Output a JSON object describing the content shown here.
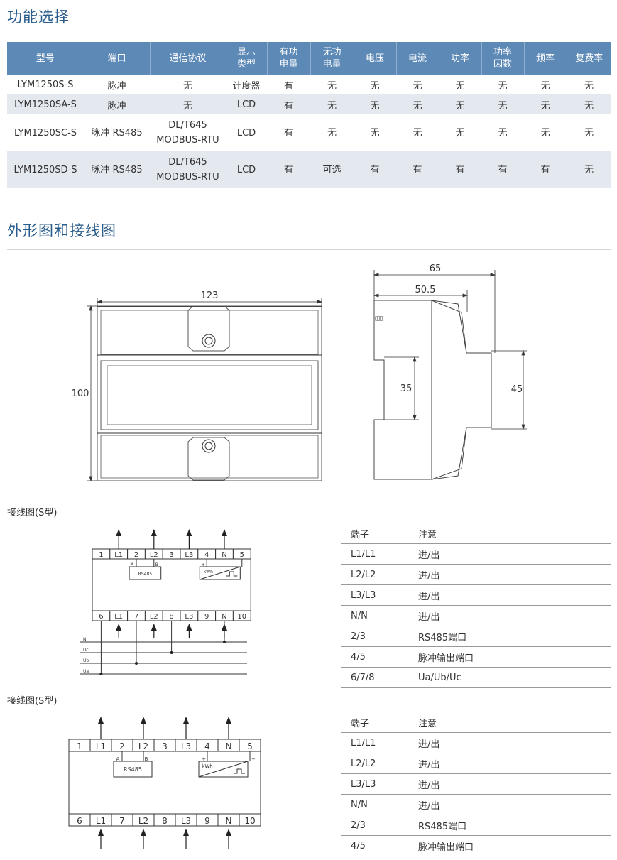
{
  "section1": {
    "title": "功能选择"
  },
  "func_table": {
    "headers": [
      [
        "型号"
      ],
      [
        "端口"
      ],
      [
        "通信协议"
      ],
      [
        "显示",
        "类型"
      ],
      [
        "有功",
        "电量"
      ],
      [
        "无功",
        "电量"
      ],
      [
        "电压"
      ],
      [
        "电流"
      ],
      [
        "功率"
      ],
      [
        "功率",
        "因数"
      ],
      [
        "频率"
      ],
      [
        "复费率"
      ]
    ],
    "rows": [
      {
        "cells": [
          [
            "LYM1250S-S"
          ],
          [
            "脉冲"
          ],
          [
            "无"
          ],
          [
            "计度器"
          ],
          [
            "有"
          ],
          [
            "无"
          ],
          [
            "无"
          ],
          [
            "无"
          ],
          [
            "无"
          ],
          [
            "无"
          ],
          [
            "无"
          ],
          [
            "无"
          ]
        ]
      },
      {
        "cells": [
          [
            "LYM1250SA-S"
          ],
          [
            "脉冲"
          ],
          [
            "无"
          ],
          [
            "LCD"
          ],
          [
            "有"
          ],
          [
            "无"
          ],
          [
            "无"
          ],
          [
            "无"
          ],
          [
            "无"
          ],
          [
            "无"
          ],
          [
            "无"
          ],
          [
            "无"
          ]
        ]
      },
      {
        "cells": [
          [
            "LYM1250SC-S"
          ],
          [
            "脉冲  RS485"
          ],
          [
            "DL/T645",
            "MODBUS-RTU"
          ],
          [
            "LCD"
          ],
          [
            "有"
          ],
          [
            "无"
          ],
          [
            "无"
          ],
          [
            "无"
          ],
          [
            "无"
          ],
          [
            "无"
          ],
          [
            "无"
          ],
          [
            "无"
          ]
        ]
      },
      {
        "cells": [
          [
            "LYM1250SD-S"
          ],
          [
            "脉冲  RS485"
          ],
          [
            "DL/T645",
            "MODBUS-RTU"
          ],
          [
            "LCD"
          ],
          [
            "有"
          ],
          [
            "可选"
          ],
          [
            "有"
          ],
          [
            "有"
          ],
          [
            "有"
          ],
          [
            "有"
          ],
          [
            "有"
          ],
          [
            "无"
          ]
        ]
      }
    ]
  },
  "section2": {
    "title": "外形图和接线图"
  },
  "dimensions": {
    "front_width": "123",
    "front_height": "100",
    "side_depth_total": "65",
    "side_depth_inner": "50.5",
    "side_rail_inner": "35",
    "side_rail_outer": "45"
  },
  "wiring1": {
    "label": "接线图(S型)",
    "top_terminals": [
      "1",
      "L1",
      "2",
      "L2",
      "3",
      "L3",
      "4",
      "N",
      "5"
    ],
    "bottom_terminals": [
      "6",
      "L1",
      "7",
      "L2",
      "8",
      "L3",
      "9",
      "N",
      "10"
    ],
    "rs485_label": "RS485",
    "rs485_a": "A",
    "rs485_b": "B",
    "kwh_label": "kWh",
    "kwh_plus": "+",
    "kwh_minus": "−",
    "bus_lines": [
      "N",
      "Uc",
      "Ub",
      "Ua"
    ],
    "table": [
      [
        "端子",
        "注意"
      ],
      [
        "L1/L1",
        "进/出"
      ],
      [
        "L2/L2",
        "进/出"
      ],
      [
        "L3/L3",
        "进/出"
      ],
      [
        "N/N",
        "进/出"
      ],
      [
        "2/3",
        "RS485端口"
      ],
      [
        "4/5",
        "脉冲输出端口"
      ],
      [
        "6/7/8",
        "Ua/Ub/Uc"
      ]
    ]
  },
  "wiring2": {
    "label": "接线图(S型)",
    "top_terminals": [
      "1",
      "L1",
      "2",
      "L2",
      "3",
      "L3",
      "4",
      "N",
      "5"
    ],
    "bottom_terminals": [
      "6",
      "L1",
      "7",
      "L2",
      "8",
      "L3",
      "9",
      "N",
      "10"
    ],
    "rs485_label": "RS485",
    "rs485_a": "A",
    "rs485_b": "B",
    "kwh_label": "kWh",
    "kwh_plus": "+",
    "kwh_minus": "−",
    "table": [
      [
        "端子",
        "注意"
      ],
      [
        "L1/L1",
        "进/出"
      ],
      [
        "L2/L2",
        "进/出"
      ],
      [
        "L3/L3",
        "进/出"
      ],
      [
        "N/N",
        "进/出"
      ],
      [
        "2/3",
        "RS485端口"
      ],
      [
        "4/5",
        "脉冲输出端口"
      ]
    ]
  }
}
